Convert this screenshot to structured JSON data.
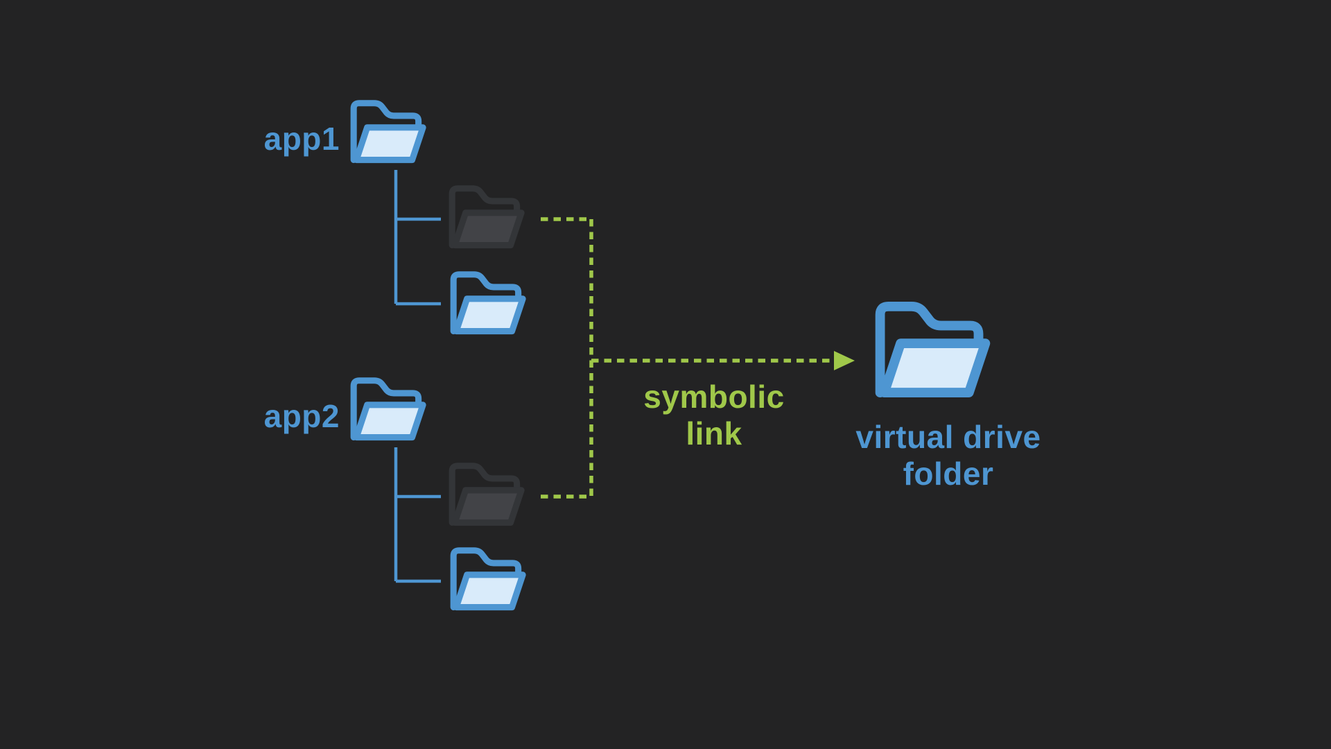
{
  "colors": {
    "background": "#232324",
    "blue": "#4e96d2",
    "blue_fill": "#d9ebfa",
    "green": "#a0c84a",
    "dark_stroke": "#333538",
    "dark_fill": "#424347"
  },
  "apps": [
    {
      "label": "app1",
      "root_icon": "open-folder-icon",
      "children": [
        {
          "icon": "open-folder-icon",
          "style": "dark",
          "symlinked": true
        },
        {
          "icon": "open-folder-icon",
          "style": "blue",
          "symlinked": false
        }
      ]
    },
    {
      "label": "app2",
      "root_icon": "open-folder-icon",
      "children": [
        {
          "icon": "open-folder-icon",
          "style": "dark",
          "symlinked": true
        },
        {
          "icon": "open-folder-icon",
          "style": "blue",
          "symlinked": false
        }
      ]
    }
  ],
  "link_label": {
    "line1": "symbolic",
    "line2": "link"
  },
  "target": {
    "icon": "open-folder-icon",
    "label": {
      "line1": "virtual drive",
      "line2": "folder"
    }
  }
}
